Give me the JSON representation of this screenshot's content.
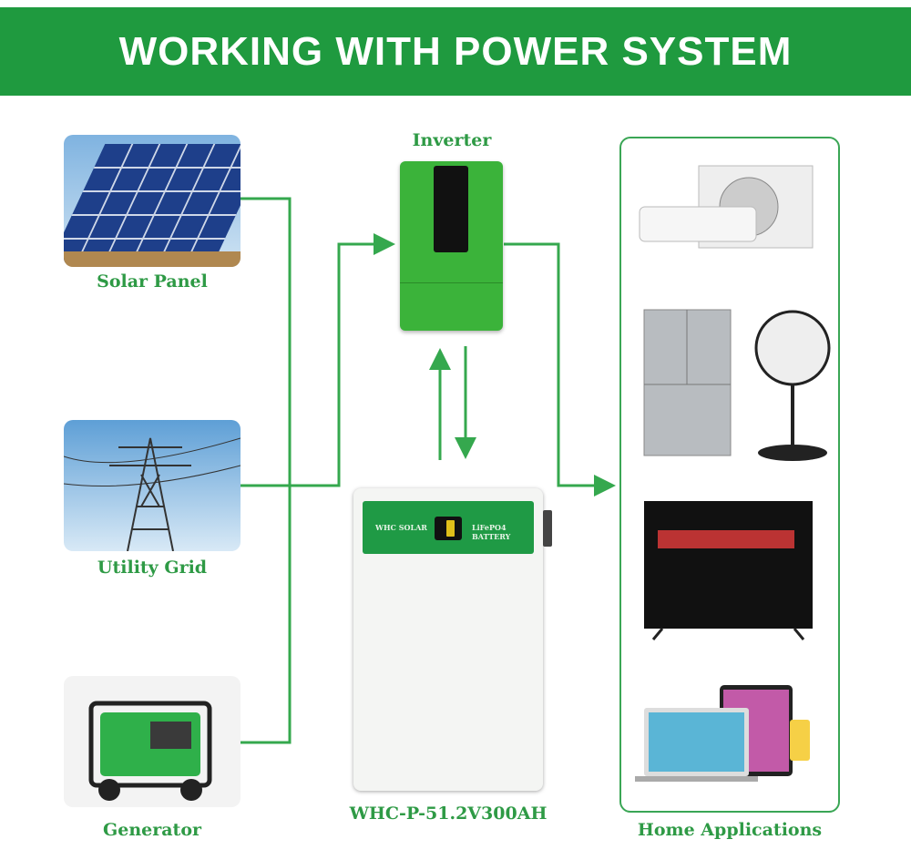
{
  "header": {
    "title": "WORKING WITH POWER SYSTEM"
  },
  "sources": [
    {
      "label": "Solar Panel",
      "icon": "solar-panel-image"
    },
    {
      "label": "Utility Grid",
      "icon": "power-tower-image"
    },
    {
      "label": "Generator",
      "icon": "generator-image"
    }
  ],
  "inverter": {
    "label": "Inverter"
  },
  "battery": {
    "brand": "WHC SOLAR",
    "type": "LiFePO4 BATTERY",
    "model": "WHC-P-51.2V300AH"
  },
  "applications": {
    "label": "Home Applications",
    "items": [
      "air-conditioner",
      "refrigerator",
      "fan",
      "tv",
      "devices"
    ]
  },
  "colors": {
    "brand_green": "#1f9a3f",
    "line_green": "#35a84e",
    "text_green": "#2e9a45"
  }
}
